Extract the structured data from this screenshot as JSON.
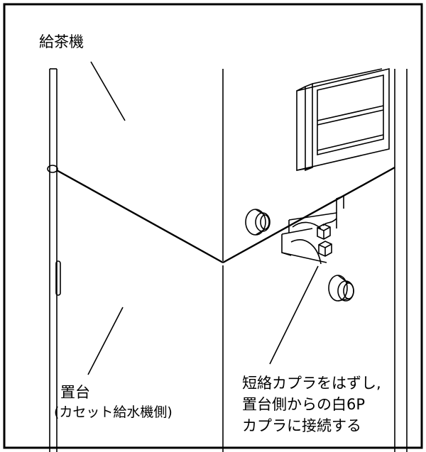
{
  "diagram": {
    "labels": {
      "tea_machine": "給茶機",
      "stand_name": "置台",
      "stand_sub": "(カセット給水機側)",
      "instruction_line1": "短絡カプラをはずし,",
      "instruction_line2": "置台側からの白6P",
      "instruction_line3": "カプラに接続する"
    },
    "colors": {
      "stroke": "#000000",
      "background": "#ffffff"
    }
  }
}
